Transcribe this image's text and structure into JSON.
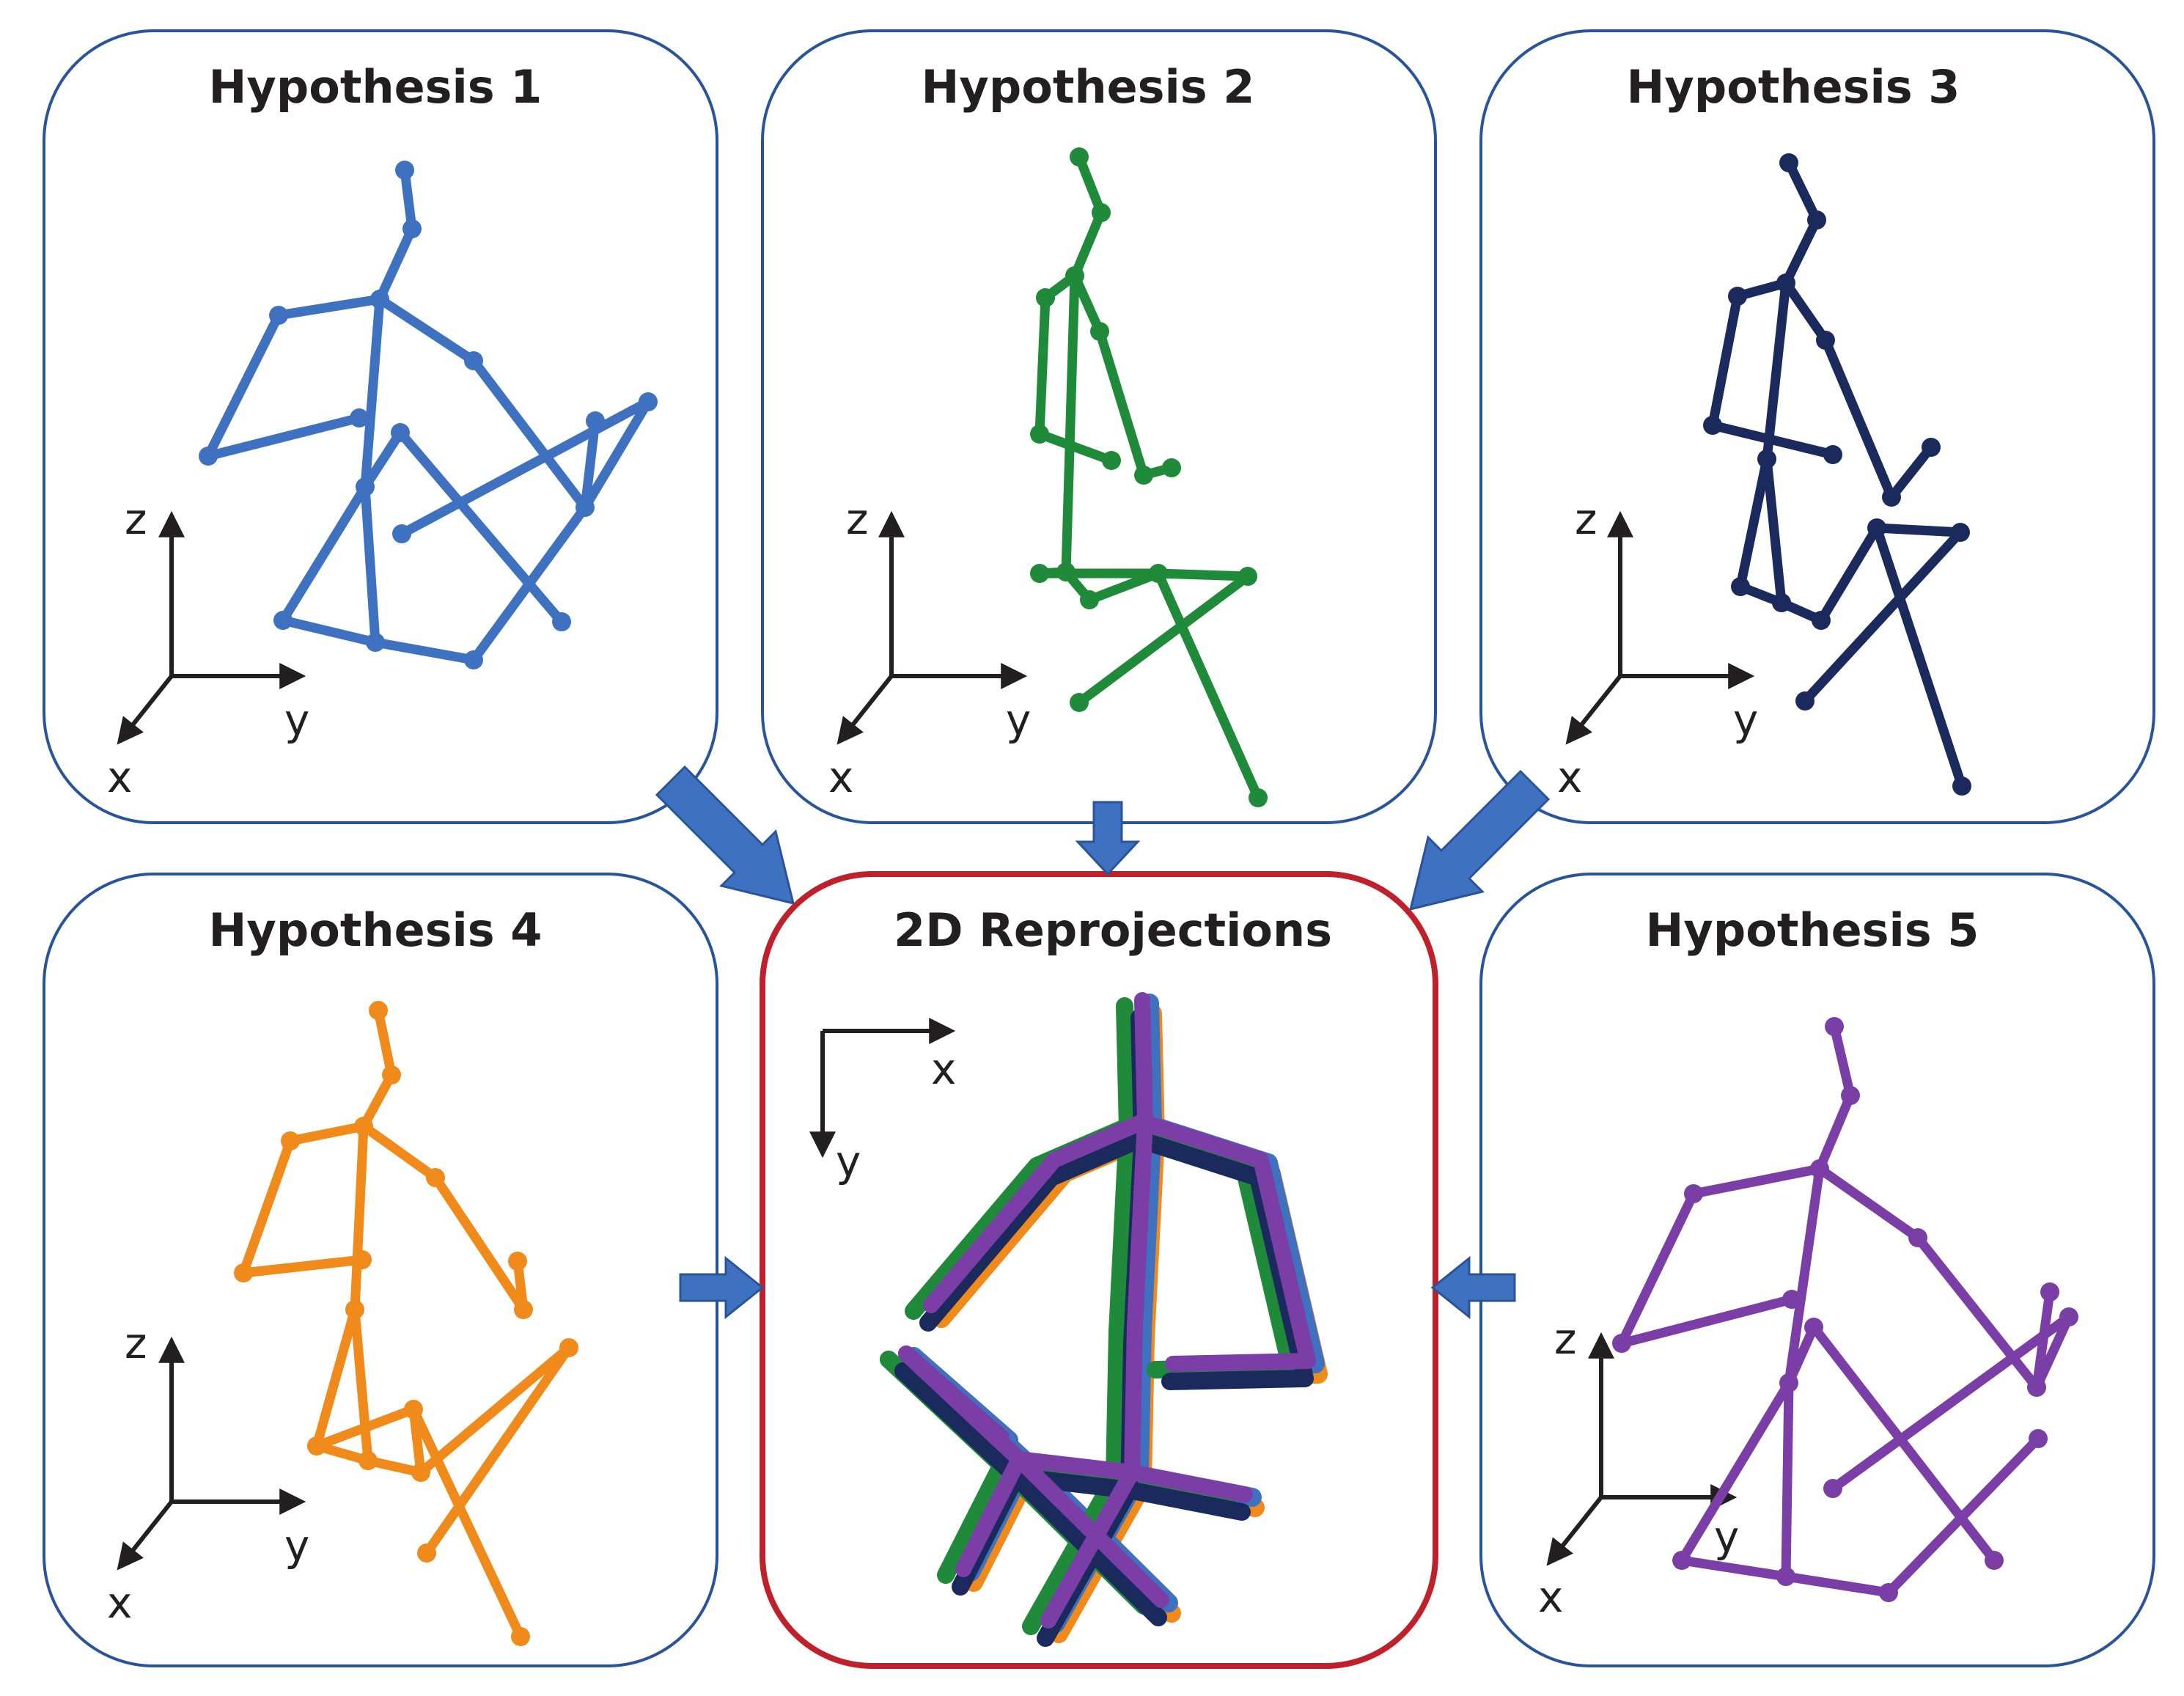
{
  "panels": {
    "h1": {
      "title": "Hypothesis 1",
      "color": "#3e72c0"
    },
    "h2": {
      "title": "Hypothesis 2",
      "color": "#1e8a3a"
    },
    "h3": {
      "title": "Hypothesis 3",
      "color": "#1b2a5c"
    },
    "h4": {
      "title": "Hypothesis 4",
      "color": "#f08a1a"
    },
    "h5": {
      "title": "Hypothesis 5",
      "color": "#7a3ea6"
    },
    "reproj": {
      "title": "2D Reprojections",
      "border_color": "#c0202a"
    }
  },
  "axes3d": {
    "z": "z",
    "y": "y",
    "x": "x"
  },
  "axes2d": {
    "x": "x",
    "y": "y"
  },
  "colors": {
    "panel_border": "#2a5499",
    "arrow_fill": "#3e72c0",
    "arrow_stroke": "#2a5499",
    "axis": "#231f20"
  }
}
